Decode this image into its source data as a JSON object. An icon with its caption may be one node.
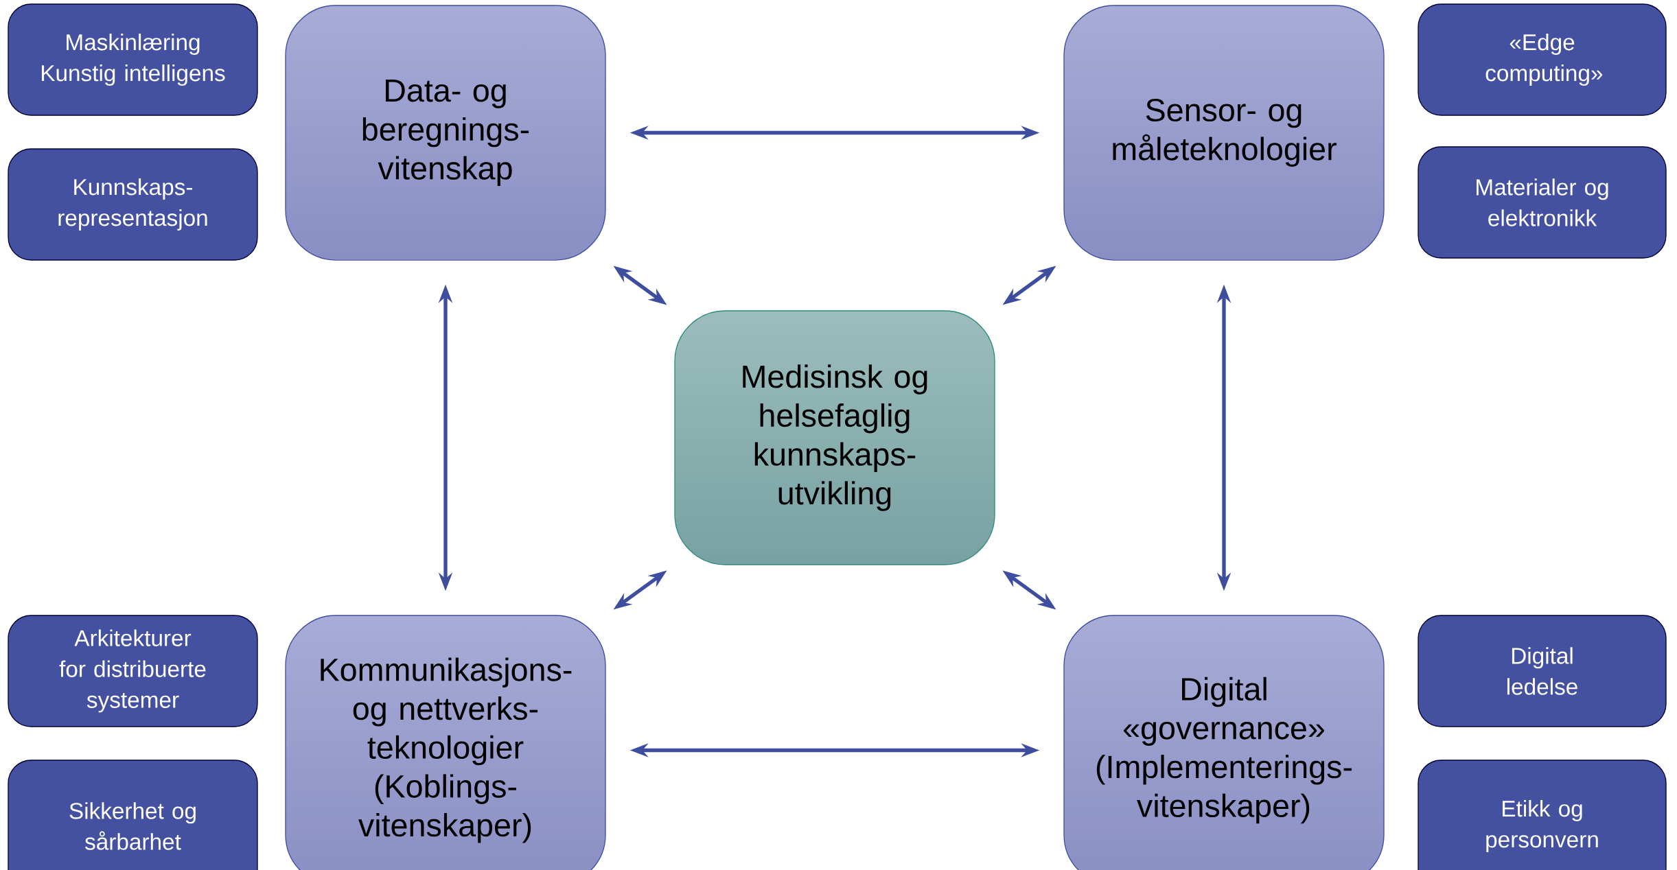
{
  "diagram": {
    "nodes": [
      {
        "text": [
          "Maskinlæring",
          "Kunstig intelligens"
        ]
      },
      {
        "text": [
          "Data- og beregnings- vitenskap"
        ]
      },
      {
        "text": [
          "Sensor- og måleteknologier"
        ]
      },
      {
        "text": [
          "«Edge computing»"
        ]
      },
      {
        "text": [
          "Kunnskaps- representasjon"
        ]
      },
      {
        "text": [
          "Materialer og elektronikk"
        ]
      },
      {
        "text": [
          "Medisinsk og helsefaglig kunnskaps- utvikling"
        ]
      },
      {
        "text": [
          "Arkitekturer for distribuerte systemer"
        ]
      },
      {
        "text": [
          "Kommunikasjons- og nettverks- teknologier (Koblings- vitenskaper)"
        ]
      },
      {
        "text": [
          "Digital «governance» (Implementerings- vitenskaper)"
        ]
      },
      {
        "text": [
          "Digital ledelse"
        ]
      },
      {
        "text": [
          "Sikkerhet og sårbarhet"
        ]
      },
      {
        "text": [
          "Etikk og personvern"
        ]
      }
    ],
    "edges": [
      {
        "from": 1,
        "to": 2,
        "arrow": "both"
      },
      {
        "from": 1,
        "to": 6,
        "arrow": "both"
      },
      {
        "from": 2,
        "to": 6,
        "arrow": "both"
      },
      {
        "from": 1,
        "to": 8,
        "arrow": "both"
      },
      {
        "from": 2,
        "to": 9,
        "arrow": "both"
      },
      {
        "from": 6,
        "to": 8,
        "arrow": "both"
      },
      {
        "from": 6,
        "to": 9,
        "arrow": "both"
      },
      {
        "from": 8,
        "to": 9,
        "arrow": "both"
      }
    ]
  }
}
